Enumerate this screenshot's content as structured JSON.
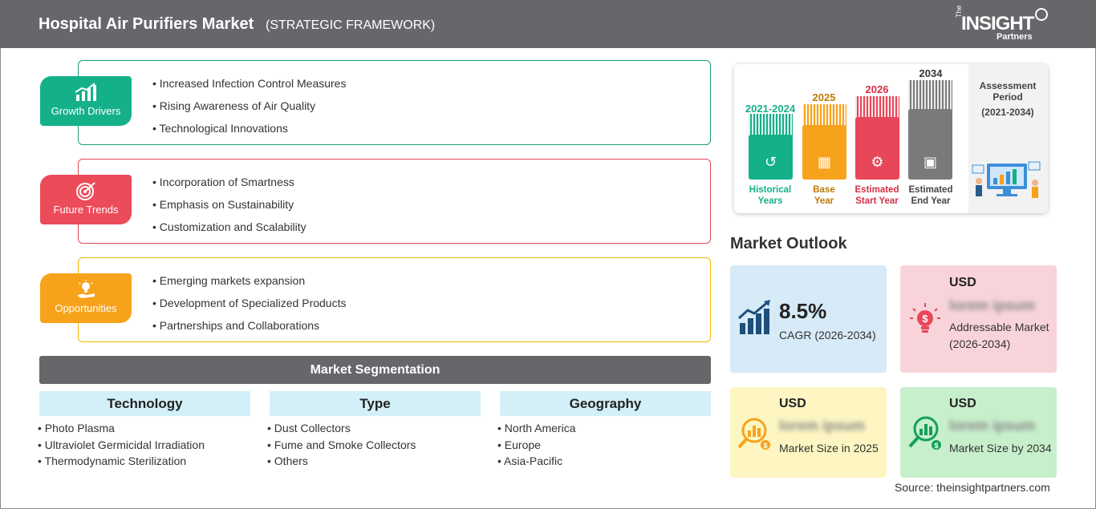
{
  "header": {
    "title": "Hospital Air Purifiers Market",
    "subtitle": "(STRATEGIC FRAMEWORK)",
    "logo": {
      "the": "The",
      "main": "INSIGHT",
      "partners": "Partners"
    }
  },
  "framework": [
    {
      "label": "Growth Drivers",
      "color": "#14b08a",
      "icon": "growth-chart-icon",
      "items": [
        "Increased Infection Control Measures",
        "Rising Awareness of Air Quality",
        "Technological Innovations"
      ]
    },
    {
      "label": "Future Trends",
      "color": "#ec4b5a",
      "icon": "target-icon",
      "items": [
        "Incorporation of Smartness",
        "Emphasis on Sustainability",
        "Customization and Scalability"
      ]
    },
    {
      "label": "Opportunities",
      "color": "#f7a21b",
      "icon": "lightbulb-hand-icon",
      "items": [
        "Emerging markets expansion",
        "Development of Specialized Products",
        "Partnerships and Collaborations"
      ]
    }
  ],
  "segmentation": {
    "title": "Market Segmentation",
    "columns": [
      {
        "heading": "Technology",
        "items": [
          "Photo Plasma",
          "Ultraviolet Germicidal Irradiation",
          "Thermodynamic Sterilization"
        ]
      },
      {
        "heading": "Type",
        "items": [
          "Dust Collectors",
          "Fume and Smoke Collectors",
          "Others"
        ]
      },
      {
        "heading": "Geography",
        "items": [
          "North America",
          "Europe",
          "Asia-Pacific"
        ]
      }
    ]
  },
  "assessment": {
    "title": "Assessment Period",
    "period": "(2021-2034)",
    "bars": [
      {
        "year": "2021-2024",
        "caption_1": "Historical",
        "caption_2": "Years",
        "color": "#14b08a",
        "icon": "history-icon"
      },
      {
        "year": "2025",
        "caption_1": "Base",
        "caption_2": "Year",
        "color": "#f7a21b",
        "icon": "calendar-icon"
      },
      {
        "year": "2026",
        "caption_1": "Estimated",
        "caption_2": "Start Year",
        "color": "#e8475a",
        "icon": "start-icon"
      },
      {
        "year": "2034",
        "caption_1": "Estimated",
        "caption_2": "End Year",
        "color": "#7a7a7a",
        "icon": "monitor-icon"
      }
    ]
  },
  "outlook": {
    "title": "Market Outlook",
    "cagr": {
      "value": "8.5%",
      "label": "CAGR (2026-2034)"
    },
    "addressable": {
      "currency": "USD",
      "value": "lorem ipsum",
      "label": "Addressable Market (2026-2034)"
    },
    "size_2025": {
      "currency": "USD",
      "value": "lorem ipsum",
      "label": "Market Size in 2025"
    },
    "size_2034": {
      "currency": "USD",
      "value": "lorem ipsum",
      "label": "Market Size by 2034"
    }
  },
  "source": "Source: theinsightpartners.com"
}
